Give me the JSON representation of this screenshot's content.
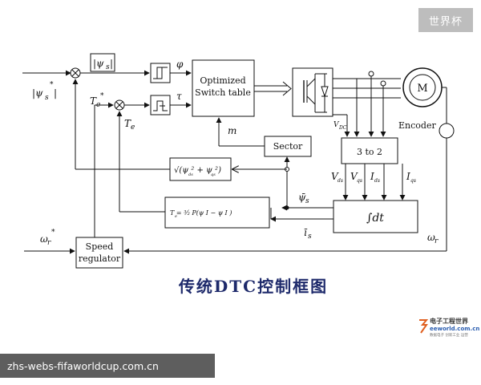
{
  "watermark": "世界杯",
  "url": "zhs-webs-fifaworldcup.com.cn",
  "caption": "传统DTC控制框图",
  "logo": {
    "line1": "电子工程世界",
    "line2": "eeworld.com.cn",
    "line3": "数据电子 创新工业 运营"
  },
  "blocks": {
    "optimized_switch_table": [
      "Optimized",
      "Switch table"
    ],
    "sector": "Sector",
    "three_to_two": "3 to 2",
    "speed_regulator": [
      "Speed",
      "regulator"
    ],
    "motor": "M",
    "encoder": "Encoder",
    "integrator": "∫dt"
  },
  "labels": {
    "psi_ref": "|ψs*|",
    "psi_mag": "|ψs|",
    "phi": "φ",
    "tau": "τ",
    "Te_ref": "Te*",
    "Te": "Te",
    "m": "m",
    "Vdc": "VDC",
    "omega_ref": "ωr*",
    "omega_r": "ωr",
    "psi_vec": "ψs",
    "i_vec": "is",
    "Vds": "Vds",
    "Vqs": "Vqs",
    "Ids": "Ids",
    "Iqs": "Iqs",
    "flux_formula": "√(ψds² + ψqs²)",
    "torque_formula": "Te = 3/2 P(ψds Iqs − ψqs Ids)"
  }
}
